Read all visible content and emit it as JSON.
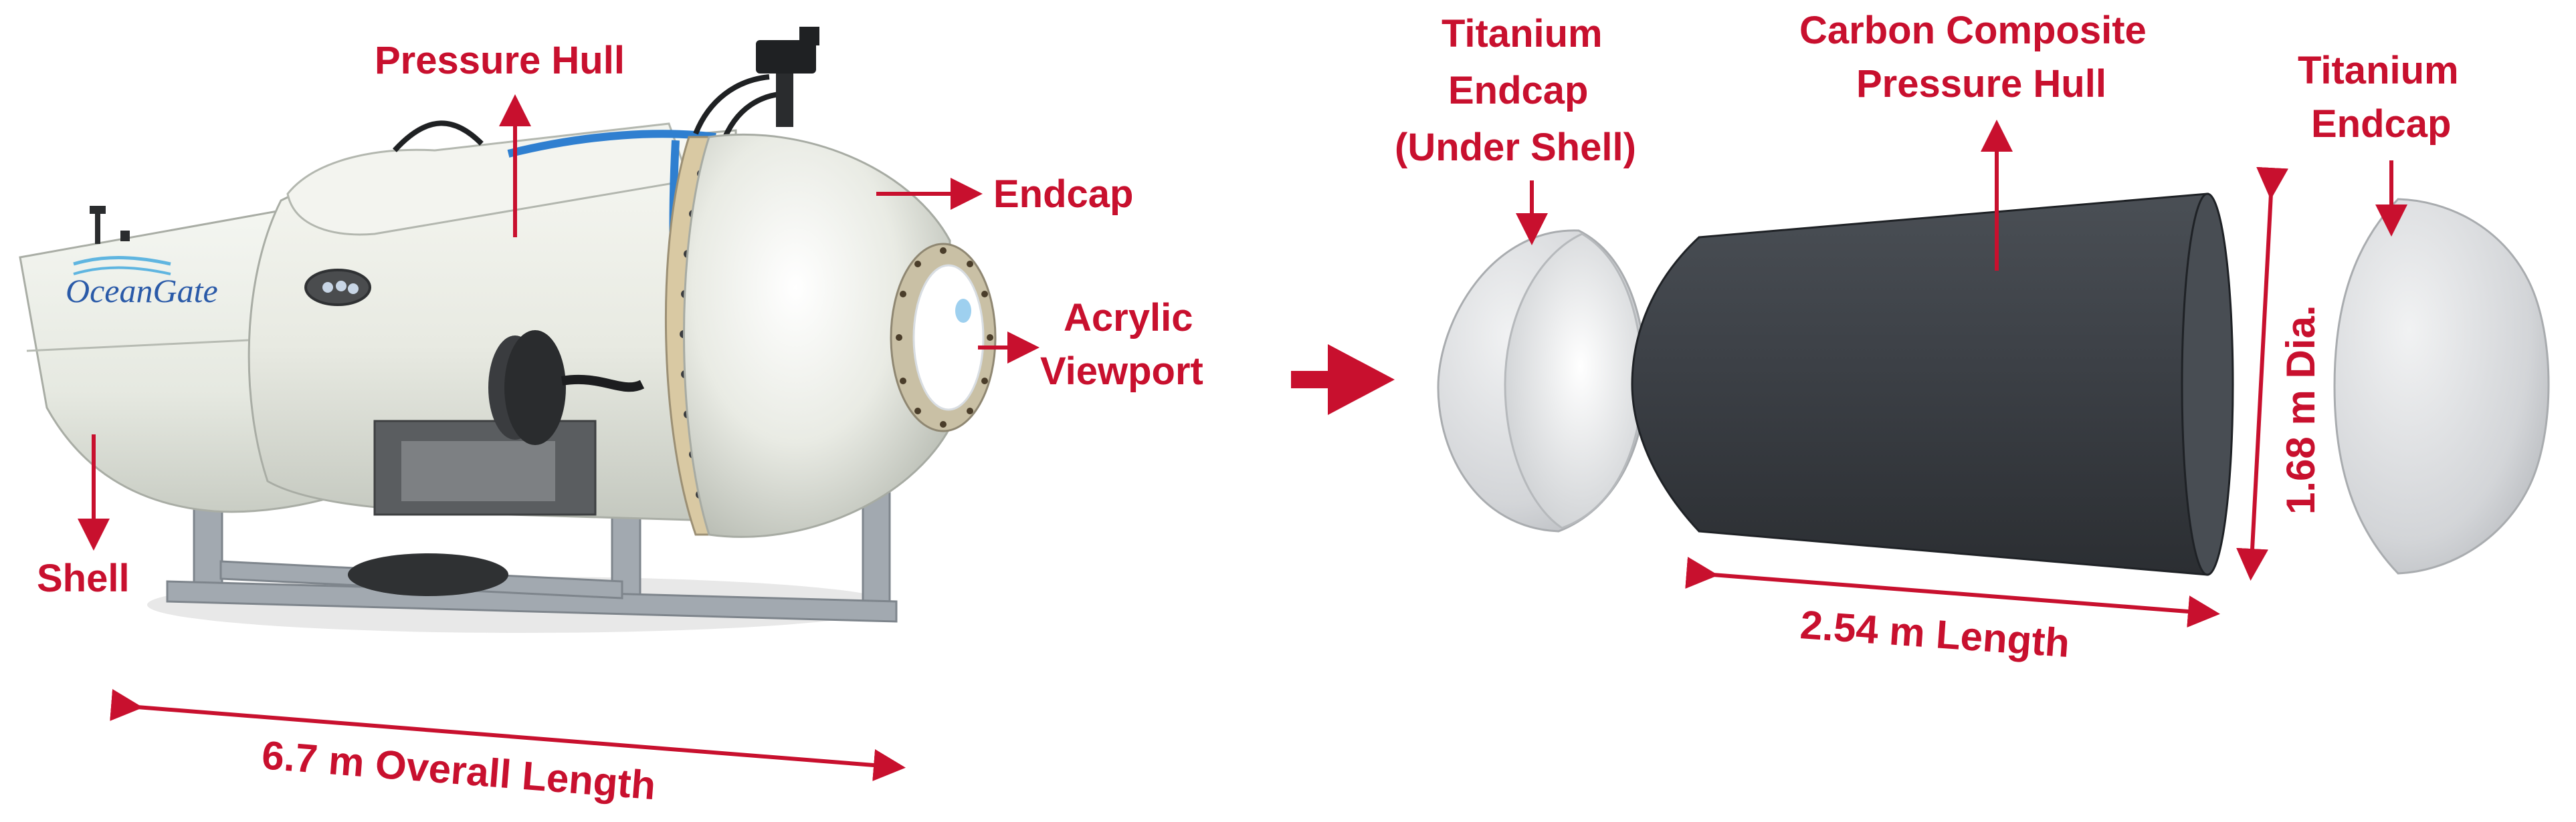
{
  "colors": {
    "annotation": "#c8102e",
    "shell": "#ecefe7",
    "hull_light": "#f1f2ec",
    "frame": "#9aa1a8",
    "cable": "#2f7fd0",
    "composite_hull": "#3b3f44",
    "titanium": "#d7d9dc",
    "logo": "#2a5aa8"
  },
  "left_panel": {
    "logo": "OceanGate",
    "labels": {
      "pressure_hull": "Pressure Hull",
      "endcap": "Endcap",
      "viewport_line1": "Acrylic",
      "viewport_line2": "Viewport",
      "shell": "Shell"
    },
    "overall_length": "6.7 m Overall Length"
  },
  "right_panel": {
    "labels": {
      "endcap_under_line1": "Titanium",
      "endcap_under_line2": "Endcap",
      "endcap_under_line3": "(Under Shell)",
      "composite_line1": "Carbon Composite",
      "composite_line2": "Pressure Hull",
      "endcap_right_line1": "Titanium",
      "endcap_right_line2": "Endcap"
    },
    "diameter": "1.68 m Dia.",
    "length": "2.54 m Length"
  },
  "icons": {
    "transition": "arrow-right-icon"
  }
}
